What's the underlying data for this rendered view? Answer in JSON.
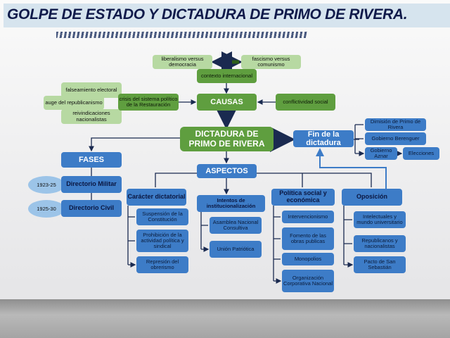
{
  "title": "GOLPE DE ESTADO Y DICTADURA DE PRIMO DE RIVERA.",
  "colors": {
    "green": "#5f9e3f",
    "light_green": "#b7d9a2",
    "blue": "#3d7cc7",
    "title_text": "#101a4a"
  },
  "causes": {
    "liberalismo": "liberalismo versus democracia",
    "fascismo": "fascismo versus comunismo",
    "contexto": "contexto internacional",
    "falseamiento": "falseamiento electoral",
    "auge": "auge del republicanismo",
    "reivindicaciones": "reivindicaciones nacionalistas",
    "crisis": "crisis del sistema político de la Restauración",
    "causas": "CAUSAS",
    "conflictividad": "conflictividad social"
  },
  "center": "DICTADURA DE PRIMO DE RIVERA",
  "fin": {
    "label": "Fin de la dictadura",
    "items": [
      "Dimisión de Primo de Rivera",
      "Gobierno Berenguer",
      "Gobierno Aznar",
      "Elecciones"
    ]
  },
  "fases": {
    "label": "FASES",
    "items": [
      {
        "years": "1923-25",
        "label": "Directorio Militar"
      },
      {
        "years": "1925-30",
        "label": "Directorio Civil"
      }
    ]
  },
  "aspectos": {
    "label": "ASPECTOS",
    "caracter": {
      "label": "Carácter dictatorial",
      "items": [
        "Suspensión de la Constitución",
        "Prohibición de la actividad política y sindical",
        "Represión del obrerismo"
      ]
    },
    "intentos": {
      "label": "Intentos de institucionalización",
      "items": [
        "Asamblea Nacional Consultiva",
        "Unión Patriótica"
      ]
    },
    "politica": {
      "label": "Política social y económica",
      "items": [
        "Intervencionismo",
        "Fomento de las obras publicas",
        "Monopolios",
        "Organización Corporativa Nacional"
      ]
    },
    "oposicion": {
      "label": "Oposición",
      "items": [
        "Intelectuales y mundo universitario",
        "Republicanos y nacionalistas",
        "Pacto de San Sebastián"
      ]
    }
  }
}
